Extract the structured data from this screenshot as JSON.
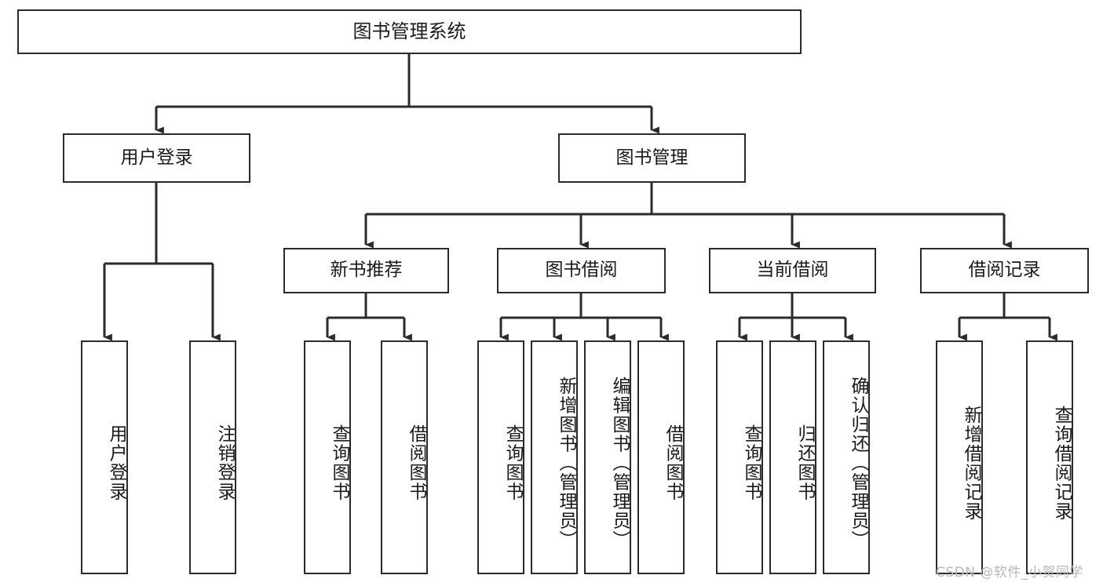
{
  "diagram": {
    "title": "图书管理系统",
    "type": "tree-hierarchy-diagram",
    "root": {
      "label": "图书管理系统"
    },
    "level1": [
      {
        "label": "用户登录"
      },
      {
        "label": "图书管理"
      }
    ],
    "level2": [
      {
        "label": "新书推荐"
      },
      {
        "label": "图书借阅"
      },
      {
        "label": "当前借阅"
      },
      {
        "label": "借阅记录"
      }
    ],
    "leaves": {
      "user_login": [
        {
          "label": "用户登录"
        },
        {
          "label": "注销登录"
        }
      ],
      "new_book_recommend": [
        {
          "label": "查询图书"
        },
        {
          "label": "借阅图书"
        }
      ],
      "book_borrow": [
        {
          "label": "查询图书"
        },
        {
          "label": "新增图书（管理员）"
        },
        {
          "label": "编辑图书（管理员）"
        },
        {
          "label": "借阅图书"
        }
      ],
      "current_borrow": [
        {
          "label": "查询图书"
        },
        {
          "label": "归还图书"
        },
        {
          "label": "确认归还（管理员）"
        }
      ],
      "borrow_record": [
        {
          "label": "新增借阅记录"
        },
        {
          "label": "查询借阅记录"
        }
      ]
    }
  },
  "watermark": {
    "text": "CSDN @软件_小贺同学"
  },
  "colors": {
    "stroke": "#2b2b2b",
    "background": "#ffffff",
    "text": "#1a1a1a",
    "watermark": "#b9b9b9"
  }
}
